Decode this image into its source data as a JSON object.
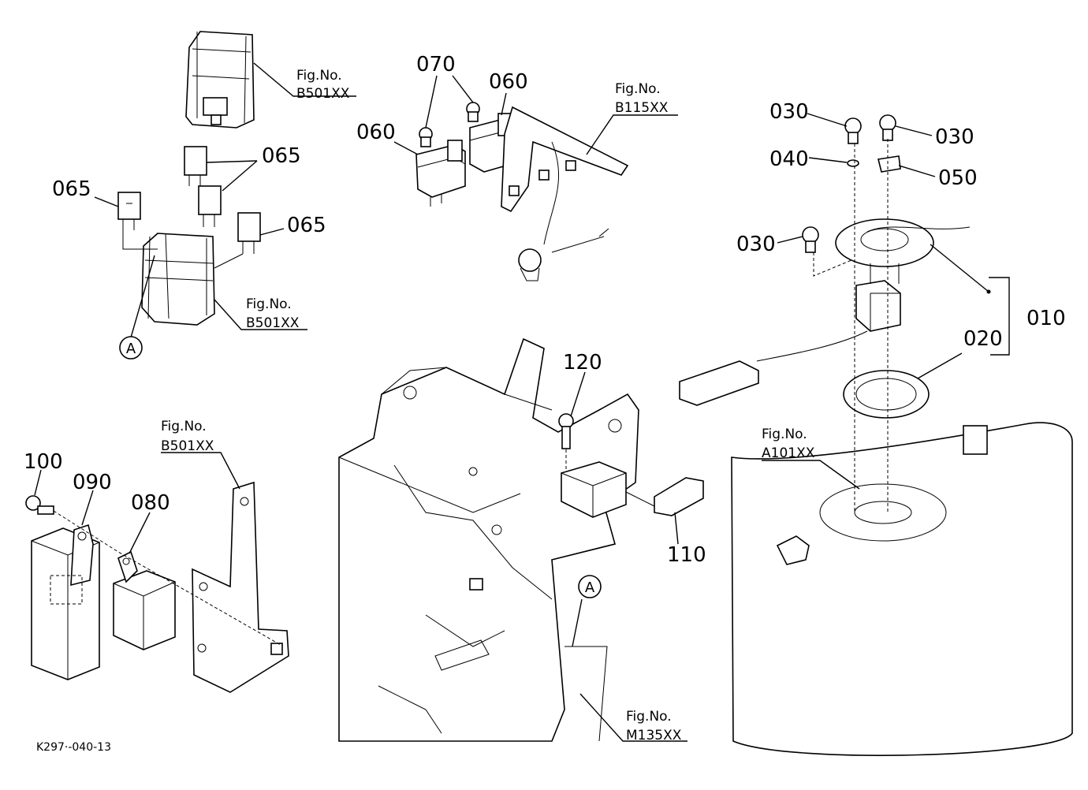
{
  "labels": {
    "p010": "010",
    "p020": "020",
    "p030": "030",
    "p040": "040",
    "p050": "050",
    "p060": "060",
    "p065": "065",
    "p070": "070",
    "p080": "080",
    "p090": "090",
    "p100": "100",
    "p110": "110",
    "p120": "120"
  },
  "figrefs": {
    "fig_prefix": "Fig.No.",
    "b501": "B501XX",
    "b115": "B115XX",
    "a101": "A101XX",
    "m135": "M135XX"
  },
  "callout": "A",
  "drawing_code": "K297·-040-13"
}
